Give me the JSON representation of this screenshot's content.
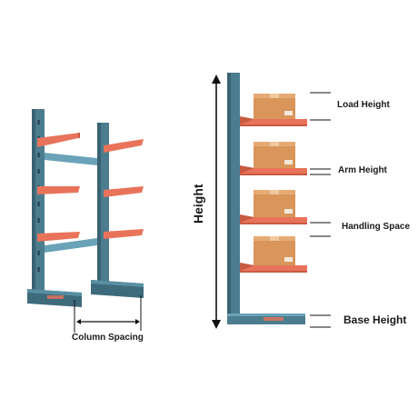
{
  "labels": {
    "load_height": "Load Height",
    "arm_height": "Arm Height",
    "handling_space": "Handling Space",
    "base_height": "Base Height",
    "height": "Height",
    "column_spacing": "Column Spacing"
  },
  "colors": {
    "column": "#4c7d8f",
    "column_dark": "#3a6373",
    "brace": "#6aa3b8",
    "arm": "#e8735a",
    "arm_dark": "#c85a42",
    "box": "#d9955a",
    "box_dark": "#b97a43",
    "base": "#3e6b7c",
    "line": "#111111"
  }
}
